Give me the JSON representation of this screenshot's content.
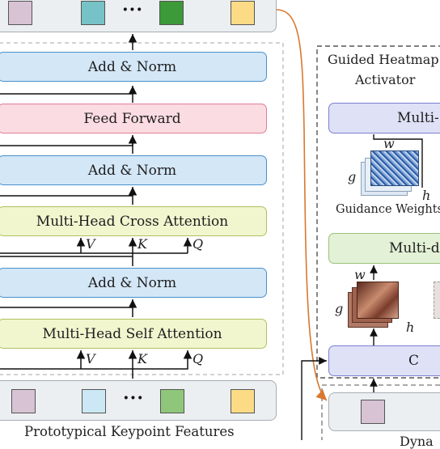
{
  "encoder": {
    "top_dots": "···",
    "add_norm_1": "Add & Norm",
    "feed_forward": "Feed Forward",
    "add_norm_2": "Add & Norm",
    "cross_attention": "Multi-Head Cross Attention",
    "add_norm_3": "Add & Norm",
    "self_attention": "Multi-Head Self Attention",
    "cross_inputs": [
      "V",
      "K",
      "Q"
    ],
    "self_inputs": [
      "V",
      "K",
      "Q"
    ],
    "bottom_dots": "···",
    "bottom_label": "Prototypical Keypoint Features"
  },
  "activator": {
    "title_line1": "Guided Heatmap",
    "title_line2": "Activator",
    "multi_box_1": "Multi-",
    "dim_w": "w",
    "dim_g": "g",
    "dim_h": "h",
    "guidance_label": "Guidance Weights",
    "multi_box_2": "Multi-d",
    "dim2_w": "w",
    "dim2_g": "g",
    "dim2_h": "h",
    "bottom_box": "C",
    "cut_label": "Dyna"
  },
  "colors": {
    "blue": "#d3e7f7",
    "pink": "#fbdce2",
    "yellow_green": "#f1f6cf",
    "lavender": "#dfe1f6",
    "light_green": "#e3f1d6",
    "token_purple": "#d7c3d3",
    "token_teal": "#77c2c6",
    "token_green": "#3c9a38",
    "token_yellow": "#fbdb86",
    "token_light_blue": "#cce8f4",
    "token_mid_green": "#8fc67a",
    "orange_arrow": "#d8782f"
  }
}
